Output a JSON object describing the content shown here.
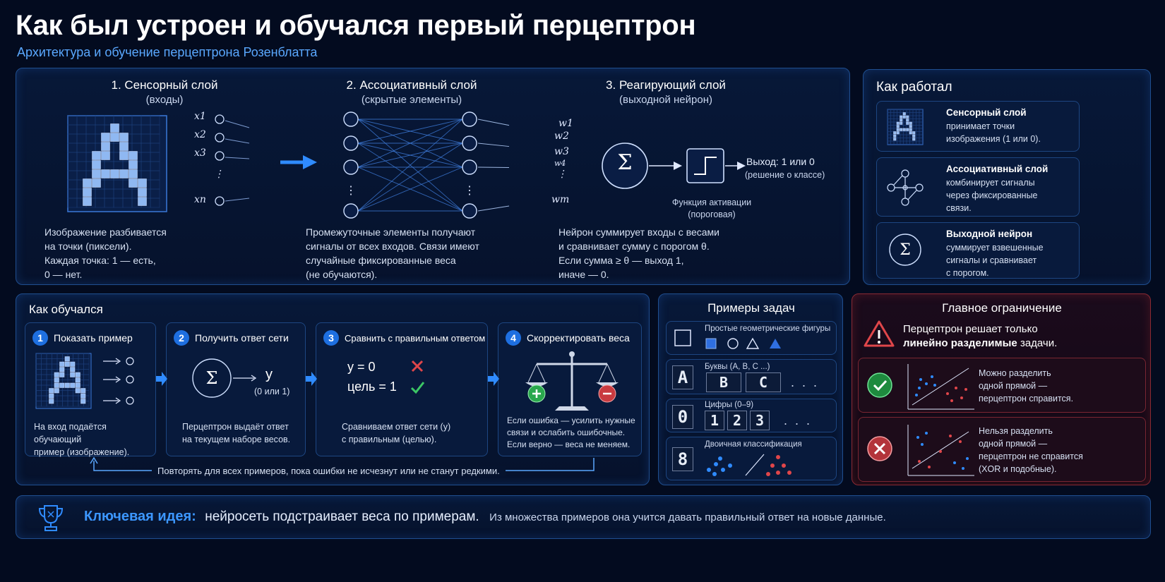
{
  "header": {
    "title": "Как был устроен и обучался первый перцептрон",
    "subtitle": "Архитектура и обучение перцептрона Розенблатта"
  },
  "arch": {
    "sensory": {
      "title": "1. Сенсорный слой",
      "subtitle": "(входы)",
      "inputs": [
        "x1",
        "x2",
        "x3",
        "⋮",
        "xn"
      ],
      "text": [
        "Изображение разбивается",
        "на точки (пиксели).",
        "Каждая точка: 1 — есть,",
        "0 — нет."
      ]
    },
    "assoc": {
      "title": "2. Ассоциативный слой",
      "subtitle": "(скрытые элементы)",
      "text": [
        "Промежуточные элементы получают",
        "сигналы от всех входов. Связи имеют",
        "случайные фиксированные веса",
        "(не обучаются)."
      ]
    },
    "react": {
      "title": "3. Реагирующий слой",
      "subtitle": "(выходной нейрон)",
      "weights": [
        "w1",
        "w2",
        "w3",
        "w4",
        "⋮",
        "wm"
      ],
      "sum_symbol": "Σ",
      "activation": [
        "Функция активации",
        "(пороговая)"
      ],
      "output": [
        "Выход: 1 или 0",
        "(решение о классе)"
      ],
      "text": [
        "Нейрон суммирует входы с весами",
        "и сравнивает сумму с порогом θ.",
        "Если сумма ≥ θ — выход 1,",
        "иначе — 0."
      ]
    }
  },
  "how_worked": {
    "title": "Как работал",
    "items": [
      {
        "title": "Сенсорный слой",
        "text": [
          "принимает точки",
          "изображения (1 или 0)."
        ],
        "icon": "pixel-a-icon"
      },
      {
        "title": "Ассоциативный слой",
        "text": [
          "комбинирует сигналы",
          "через фиксированные",
          "связи."
        ],
        "icon": "network-icon"
      },
      {
        "title": "Выходной нейрон",
        "text": [
          "суммирует взвешенные",
          "сигналы и сравнивает",
          "с порогом."
        ],
        "icon": "sigma-icon"
      }
    ]
  },
  "training": {
    "title": "Как обучался",
    "steps": [
      {
        "num": "1",
        "title": "Показать пример",
        "text": [
          "На вход подаётся обучающий",
          "пример (изображение)."
        ]
      },
      {
        "num": "2",
        "title": "Получить ответ сети",
        "y": "y",
        "y_note": "(0 или 1)",
        "text": [
          "Перцептрон выдаёт ответ",
          "на текущем наборе весов."
        ]
      },
      {
        "num": "3",
        "title": "Сравнить с правильным ответом",
        "eq1": "y = 0",
        "eq2": "цель = 1",
        "text": [
          "Сравниваем ответ сети (y)",
          "с правильным (целью)."
        ]
      },
      {
        "num": "4",
        "title": "Скорректировать веса",
        "text": [
          "Если ошибка — усилить нужные",
          "связи и ослабить ошибочные.",
          "Если верно — веса не меняем."
        ]
      }
    ],
    "loop": "Повторять для всех примеров, пока ошибки не исчезнут или не станут редкими."
  },
  "examples": {
    "title": "Примеры задач",
    "rows": [
      {
        "label": "Простые геометрические фигуры"
      },
      {
        "label": "Буквы (А, В, С ...)",
        "glyphs": [
          "A",
          "B",
          "C"
        ]
      },
      {
        "label": "Цифры (0–9)",
        "glyphs": [
          "0",
          "1",
          "2",
          "3"
        ]
      },
      {
        "label": "Двоичная классификация",
        "glyphs": [
          "8"
        ]
      }
    ]
  },
  "limit": {
    "title": "Главное ограничение",
    "lead_1": "Перцептрон решает только",
    "lead_2_bold": "линейно разделимые",
    "lead_2_rest": " задачи.",
    "ok": [
      "Можно разделить",
      "одной прямой —",
      "перцептрон справится."
    ],
    "bad": [
      "Нельзя разделить",
      "одной прямой —",
      "перцептрон не справится",
      "(XOR и подобные)."
    ]
  },
  "key": {
    "label": "Ключевая идея:",
    "main": "нейросеть подстраивает веса по примерам.",
    "rest": "Из множества примеров она учится давать правильный ответ на новые данные."
  },
  "colors": {
    "accent": "#2f8bff",
    "panel_border": "#1f4e8f",
    "danger": "#e0464a",
    "ok": "#3cc765",
    "bg": "#030b1f"
  }
}
